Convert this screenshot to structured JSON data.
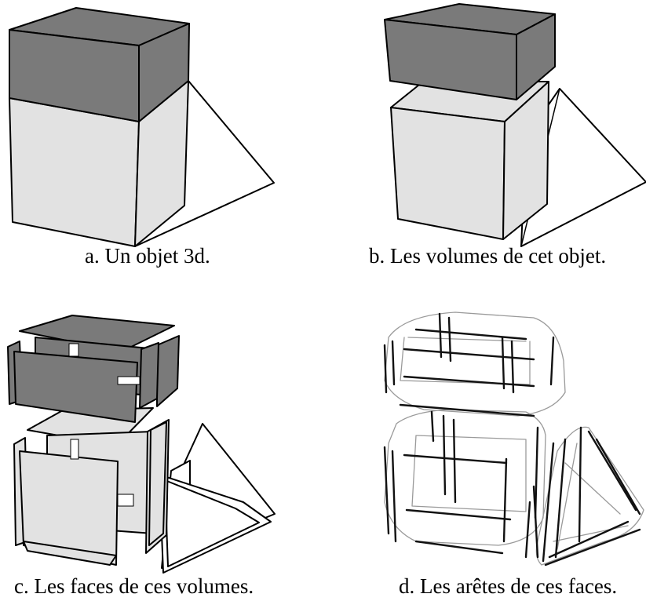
{
  "figure": {
    "panels": [
      {
        "id": "a",
        "caption": "a. Un objet 3d."
      },
      {
        "id": "b",
        "caption": "b. Les volumes de cet objet."
      },
      {
        "id": "c",
        "caption": "c. Les faces de ces volumes."
      },
      {
        "id": "d",
        "caption": "d. Les arêtes de ces faces."
      }
    ]
  },
  "colors": {
    "dark_face": "#7a7a7a",
    "light_face": "#e2e2e2",
    "white_face": "#ffffff",
    "outline": "#000000",
    "thin_edge": "#9a9a9a"
  }
}
